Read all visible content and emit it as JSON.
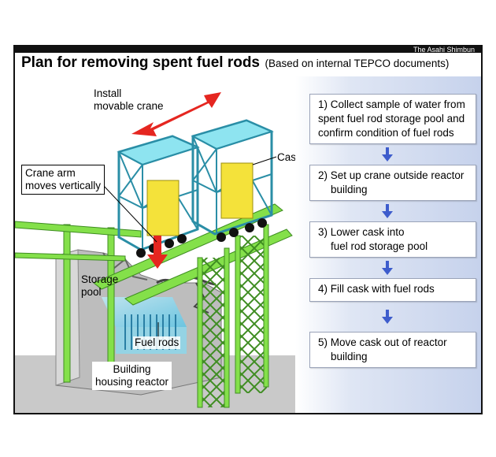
{
  "credit": "The Asahi Shimbun",
  "title": "Plan for removing spent fuel rods",
  "subtitle": "(Based on internal TEPCO documents)",
  "labels": {
    "install_crane_1": "Install",
    "install_crane_2": "movable crane",
    "cask": "Cask",
    "crane_arm_1": "Crane arm",
    "crane_arm_2": "moves vertically",
    "storage_pool_1": "Storage",
    "storage_pool_2": "pool",
    "fuel_rods": "Fuel rods",
    "building_1": "Building",
    "building_2": "housing reactor"
  },
  "steps": [
    {
      "line1": "1) Collect sample of water from",
      "line2": "spent fuel rod storage pool and",
      "line3": "confirm condition of fuel rods"
    },
    {
      "line1": "2) Set up crane outside reactor",
      "line2": "building"
    },
    {
      "line1": "3) Lower cask into",
      "line2": "fuel rod storage pool"
    },
    {
      "line1": "4) Fill cask with fuel rods"
    },
    {
      "line1": "5) Move cask out of reactor",
      "line2": "building"
    }
  ],
  "colors": {
    "frame_green": "#84e04a",
    "frame_green_dark": "#3f8d22",
    "crane_cyan": "#6fd8e8",
    "cask_yellow": "#f4e23a",
    "arrow_red": "#e52620",
    "step_arrow_blue": "#3d5ccc",
    "building_gray": "#b9b9b9"
  }
}
